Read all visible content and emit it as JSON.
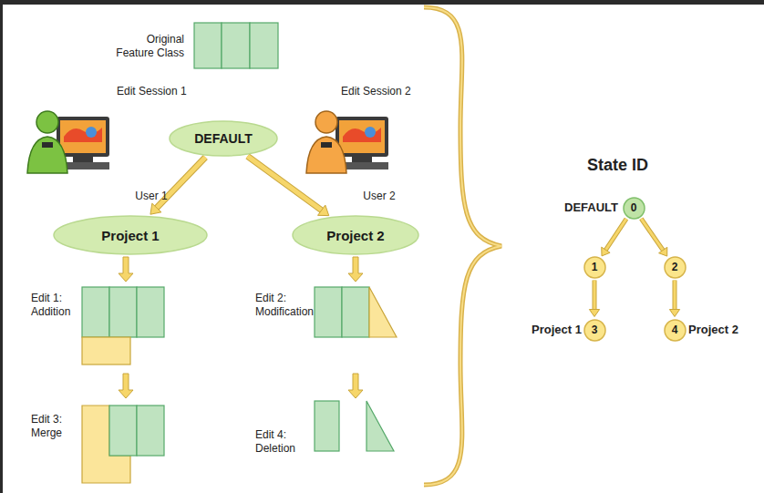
{
  "diagram": {
    "nodes": [
      {
        "text": [
          "DEFAULT"
        ]
      },
      {
        "text": [
          "Project 1"
        ]
      },
      {
        "text": [
          "Project 2"
        ]
      },
      {
        "text": [
          "0"
        ]
      },
      {
        "text": [
          "1"
        ]
      },
      {
        "text": [
          "2"
        ]
      },
      {
        "text": [
          "3"
        ]
      },
      {
        "text": [
          "4"
        ]
      }
    ],
    "edges": [
      {
        "from": 0,
        "to": 1,
        "arrow": "to"
      },
      {
        "from": 0,
        "to": 2,
        "arrow": "to"
      },
      {
        "from": 3,
        "to": 4,
        "arrow": "to"
      },
      {
        "from": 3,
        "to": 5,
        "arrow": "to"
      },
      {
        "from": 4,
        "to": 6,
        "arrow": "to"
      },
      {
        "from": 5,
        "to": 7,
        "arrow": "to"
      }
    ],
    "labels": [
      "Original Feature Class",
      "Edit Session 1",
      "Edit Session 2",
      "User 1",
      "User 2",
      "Edit 1: Addition",
      "Edit 2: Modification",
      "Edit 3: Merge",
      "Edit 4: Deletion",
      "State ID",
      "DEFAULT",
      "Project 1",
      "Project 2"
    ]
  }
}
